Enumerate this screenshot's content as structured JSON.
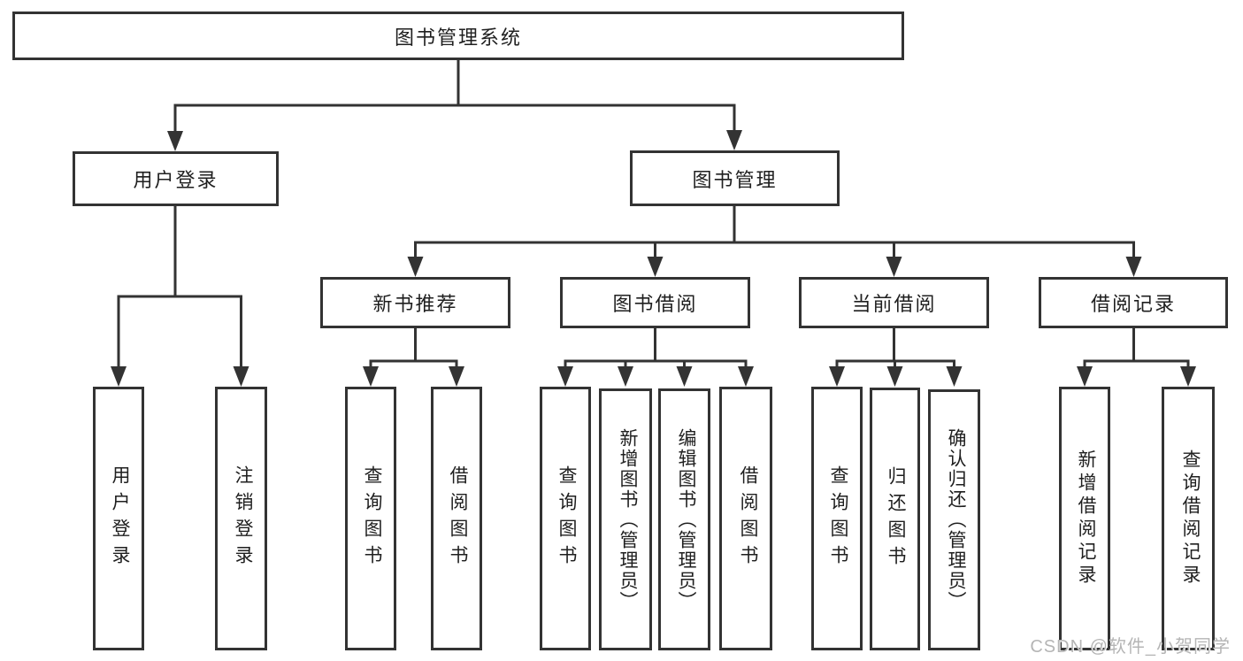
{
  "diagram": {
    "root": {
      "label": "图书管理系统"
    },
    "level2": [
      {
        "label": "用户登录",
        "children": [
          {
            "label": "用户登录"
          },
          {
            "label": "注销登录"
          }
        ]
      },
      {
        "label": "图书管理",
        "sections": [
          {
            "label": "新书推荐",
            "children": [
              {
                "label": "查询图书"
              },
              {
                "label": "借阅图书"
              }
            ]
          },
          {
            "label": "图书借阅",
            "children": [
              {
                "label": "查询图书"
              },
              {
                "label": "新增图书（管理员）"
              },
              {
                "label": "编辑图书（管理员）"
              },
              {
                "label": "借阅图书"
              }
            ]
          },
          {
            "label": "当前借阅",
            "children": [
              {
                "label": "查询图书"
              },
              {
                "label": "归还图书"
              },
              {
                "label": "确认归还（管理员）"
              }
            ]
          },
          {
            "label": "借阅记录",
            "children": [
              {
                "label": "新增借阅记录"
              },
              {
                "label": "查询借阅记录"
              }
            ]
          }
        ]
      }
    ]
  },
  "colors": {
    "line": "#333333",
    "box_border": "#333333",
    "box_fill": "#ffffff",
    "text": "#1f1f1f",
    "background": "#ffffff",
    "watermark": "#b5b5b5"
  },
  "watermark": {
    "text": "CSDN @软件_小贺同学"
  }
}
